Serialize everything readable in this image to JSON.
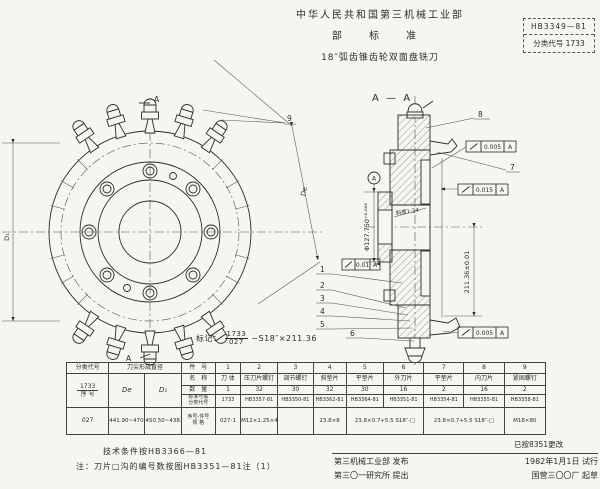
{
  "colors": {
    "paper": "#f6f5f1",
    "ink": "#2e2c28"
  },
  "header": {
    "line1": "中华人民共和国第三机械工业部",
    "line2": "部 标 准",
    "line3": "18″弧齿锥齿轮双面盘铣刀"
  },
  "stamp": {
    "standard_no": "HB3349—81",
    "class_label": "分类代号",
    "class_code": "1733"
  },
  "front_view": {
    "section_label_top": "A",
    "section_label_bottom": "A",
    "dim_inner": "D₁",
    "dim_outer": "De",
    "callout_9": "9"
  },
  "marking": {
    "label": "标记：",
    "frac_top": "1733",
    "frac_bottom": "027",
    "suffix": "−S18″×211.36"
  },
  "section_view": {
    "title": "A — A",
    "datum_label": "A",
    "datum_ref": "A",
    "taper_note": "斜度1:24",
    "bore_dim": "Φ127.750⁺⁰·⁰⁰⁸",
    "height_dim": "211.36±0.01",
    "frame_top_value": "0.005",
    "frame_upper_value": "0.015",
    "frame_left_value": "0.01",
    "frame_bottom_value": "0.005",
    "callouts": [
      "1",
      "2",
      "3",
      "4",
      "5",
      "6",
      "7",
      "8"
    ]
  },
  "table": {
    "class_label": "分类代号",
    "class_top": "1733",
    "class_bottom": "序 号",
    "dia_label": "刀尖形成直径",
    "de_label": "De",
    "d1_label": "D₁",
    "label_part_no": "件　号",
    "label_name": "名　称",
    "label_qty": "数　量",
    "label_std_1": "标准号或",
    "label_std_2": "分类代号",
    "label_spec_1": "序号-件号",
    "label_spec_2": "规 格",
    "serial": "027",
    "de_value": "441.90~470.50",
    "d1_value": "450.50~438.60",
    "part_nos": [
      "1",
      "2",
      "3",
      "4",
      "5",
      "6",
      "7",
      "8",
      "9"
    ],
    "names": [
      "刀 体",
      "压刀片螺钉",
      "调节螺钉",
      "斜垫片",
      "平垫片",
      "外刀片",
      "平垫片",
      "内刀片",
      "紧固螺钉"
    ],
    "qtys": [
      "1",
      "32",
      "30",
      "32",
      "30",
      "16",
      "2",
      "16",
      "2"
    ],
    "stds": [
      "1733",
      "HB3357-81",
      "HB3350-81",
      "HB3362-81",
      "HB3364-81",
      "HB3351-81",
      "HB3354-81",
      "HB3355-81",
      "HB3358-81"
    ],
    "specs": [
      "027-1",
      "M12×1.25×45",
      "",
      "23.8×8",
      "23.8×0.7+5.5 S18″-□",
      "23.8×0.7+5.5 S18″-□",
      "M18×80"
    ]
  },
  "notes": {
    "tech": "技术条件按HB3366—81",
    "note": "注：刀片□沟的编号数按图HB3351—81注（1）"
  },
  "footer": {
    "revision": "已按8351更改",
    "publisher": "第三机械工业部 发布",
    "proposer": "第三〇一研究所 提出",
    "date": "1982年1月1日 试行",
    "drafter": "国营三〇〇厂 起草"
  }
}
